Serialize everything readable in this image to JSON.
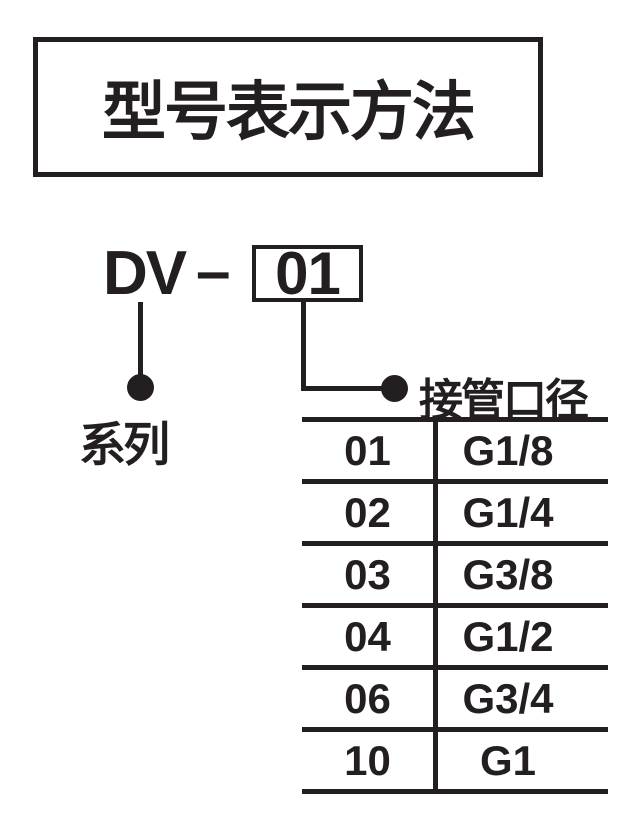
{
  "colors": {
    "ink": "#231f20",
    "background": "#ffffff"
  },
  "title": {
    "text": "型号表示方法"
  },
  "model": {
    "series_code": "DV",
    "separator": "–",
    "boxed_value": "01"
  },
  "callouts": {
    "series": {
      "label": "系列"
    },
    "port_size": {
      "label": "接管口径"
    }
  },
  "port_size_table": {
    "rows": [
      {
        "code": "01",
        "size": "G1/8"
      },
      {
        "code": "02",
        "size": "G1/4"
      },
      {
        "code": "03",
        "size": "G3/8"
      },
      {
        "code": "04",
        "size": "G1/2"
      },
      {
        "code": "06",
        "size": "G3/4"
      },
      {
        "code": "10",
        "size": "G1"
      }
    ]
  }
}
